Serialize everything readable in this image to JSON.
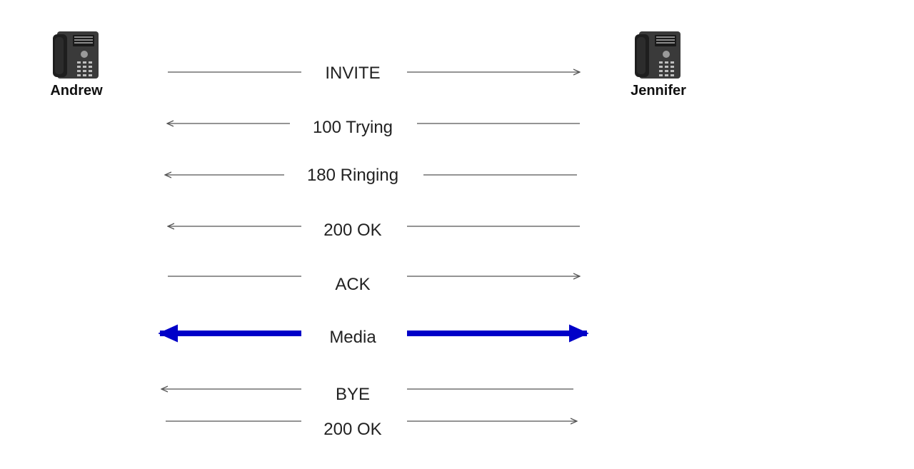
{
  "parties": {
    "caller": {
      "name": "Andrew",
      "icon": "desk-phone-icon"
    },
    "callee": {
      "name": "Jennifer",
      "icon": "desk-phone-icon"
    }
  },
  "messages": [
    {
      "label": "INVITE",
      "direction": "to-callee",
      "style": "thin"
    },
    {
      "label": "100 Trying",
      "direction": "to-caller",
      "style": "thin"
    },
    {
      "label": "180 Ringing",
      "direction": "to-caller",
      "style": "thin"
    },
    {
      "label": "200 OK",
      "direction": "to-caller",
      "style": "thin"
    },
    {
      "label": "ACK",
      "direction": "to-callee",
      "style": "thin"
    },
    {
      "label": "Media",
      "direction": "both",
      "style": "thick"
    },
    {
      "label": "BYE",
      "direction": "to-caller",
      "style": "thin"
    },
    {
      "label": "200 OK",
      "direction": "to-callee",
      "style": "thin"
    }
  ],
  "colors": {
    "line": "#555555",
    "media": "#0000c8",
    "phone_body": "#3a3a3a",
    "phone_dark": "#1e1e1e"
  }
}
